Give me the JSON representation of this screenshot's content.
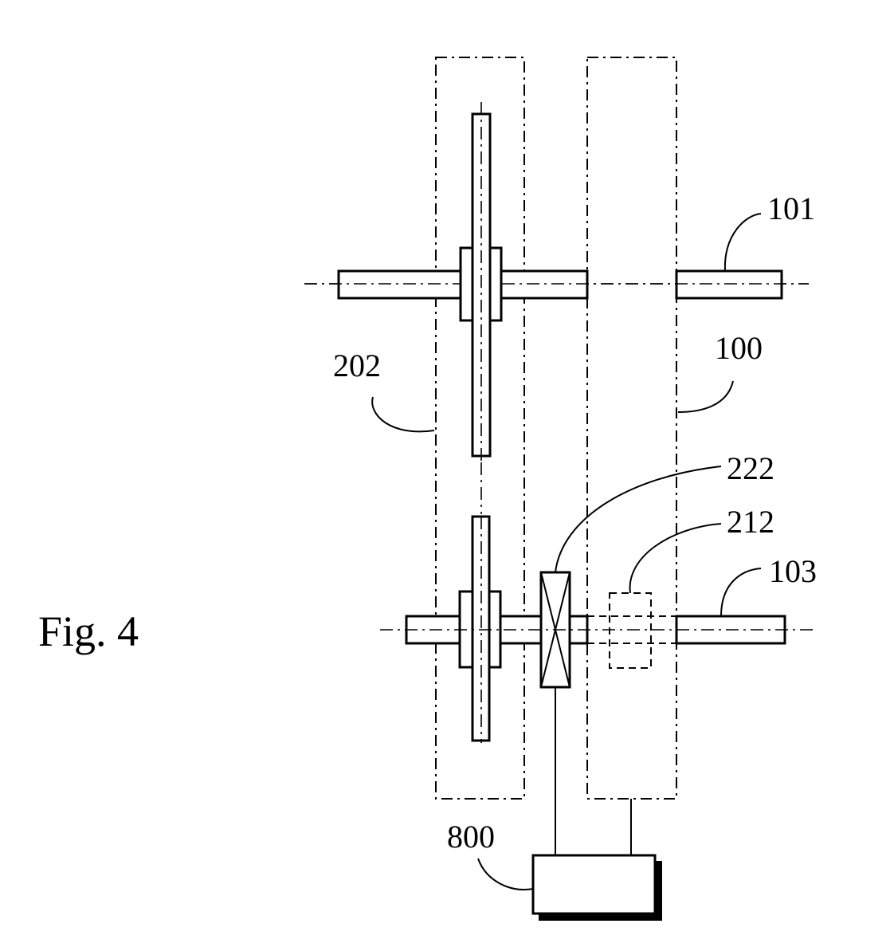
{
  "figure": {
    "caption": "Fig. 4",
    "labels": {
      "shaft_upper": "101",
      "housing": "100",
      "gear_housing": "202",
      "clutch": "222",
      "optional_clutch": "212",
      "shaft_lower": "103",
      "controller": "800"
    }
  }
}
